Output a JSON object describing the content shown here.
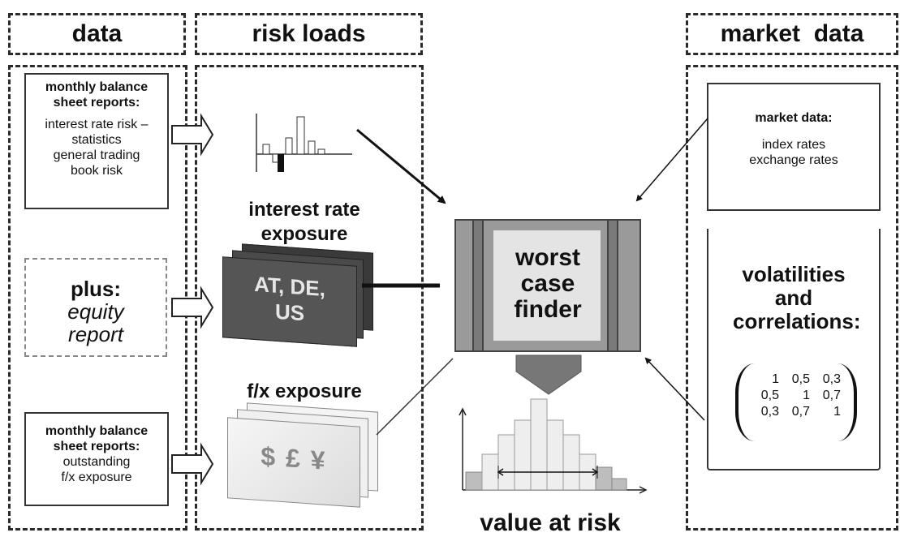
{
  "headers": {
    "data": "data",
    "risk_loads": "risk loads",
    "market_data": "market  data"
  },
  "data_column": {
    "box1": {
      "title": "monthly balance sheet reports:",
      "lines": [
        "interest rate risk –",
        "statistics",
        "general trading",
        "book risk"
      ]
    },
    "box2": {
      "title": "plus:",
      "lines": [
        "equity",
        "report"
      ]
    },
    "box3": {
      "title": "monthly balance sheet reports:",
      "lines": [
        "outstanding",
        "f/x exposure"
      ]
    }
  },
  "risk_loads": {
    "interest_label": "interest rate exposure",
    "countries_card": "AT, DE, US",
    "fx_label": "f/x exposure",
    "currency_card": "$ £ ¥"
  },
  "center": {
    "finder": "worst case finder",
    "value_at_risk": "value at risk"
  },
  "market_column": {
    "box1": {
      "title": "market data:",
      "lines": [
        "index rates",
        "exchange rates"
      ]
    },
    "box2": {
      "title": "volatilities and correlations:",
      "matrix": [
        [
          "1",
          "0,5",
          "0,3"
        ],
        [
          "0,5",
          "1",
          "0,7"
        ],
        [
          "0,3",
          "0,7",
          "1"
        ]
      ]
    }
  }
}
